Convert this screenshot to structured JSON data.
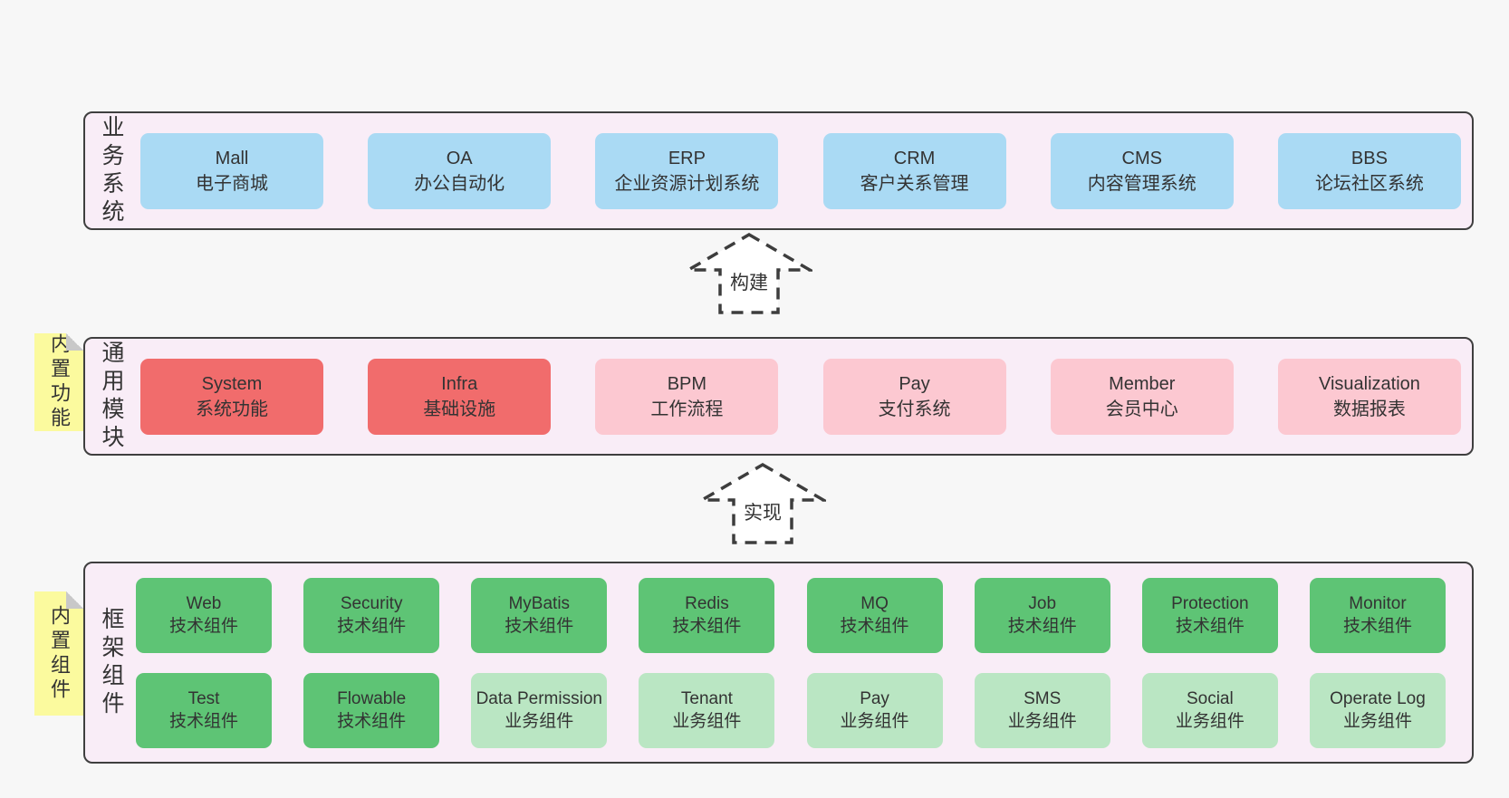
{
  "colors": {
    "page_bg": "#f7f7f7",
    "panel_bg": "#f9edf7",
    "panel_border": "#3f3f3f",
    "blue": "#aadaf4",
    "red": "#f16c6c",
    "pink": "#fcc8d1",
    "green_dark": "#5ec475",
    "green_light": "#bae6c3",
    "note_yellow": "#fbfa9e",
    "note_fold": "#c8c8c8",
    "text": "#333333",
    "arrow_stroke": "#3d3d3d"
  },
  "sections": {
    "business": {
      "title": "业务系统",
      "boxes": [
        {
          "name": "Mall",
          "desc": "电子商城",
          "variant": "blue"
        },
        {
          "name": "OA",
          "desc": "办公自动化",
          "variant": "blue"
        },
        {
          "name": "ERP",
          "desc": "企业资源计划系统",
          "variant": "blue"
        },
        {
          "name": "CRM",
          "desc": "客户关系管理",
          "variant": "blue"
        },
        {
          "name": "CMS",
          "desc": "内容管理系统",
          "variant": "blue"
        },
        {
          "name": "BBS",
          "desc": "论坛社区系统",
          "variant": "blue"
        }
      ]
    },
    "modules": {
      "title": "通用模块",
      "note": "内置功能",
      "boxes": [
        {
          "name": "System",
          "desc": "系统功能",
          "variant": "red"
        },
        {
          "name": "Infra",
          "desc": "基础设施",
          "variant": "red"
        },
        {
          "name": "BPM",
          "desc": "工作流程",
          "variant": "pink"
        },
        {
          "name": "Pay",
          "desc": "支付系统",
          "variant": "pink"
        },
        {
          "name": "Member",
          "desc": "会员中心",
          "variant": "pink"
        },
        {
          "name": "Visualization",
          "desc": "数据报表",
          "variant": "pink"
        }
      ]
    },
    "framework": {
      "title": "框架组件",
      "note": "内置组件",
      "rows": [
        [
          {
            "name": "Web",
            "desc": "技术组件",
            "variant": "green-dark"
          },
          {
            "name": "Security",
            "desc": "技术组件",
            "variant": "green-dark"
          },
          {
            "name": "MyBatis",
            "desc": "技术组件",
            "variant": "green-dark"
          },
          {
            "name": "Redis",
            "desc": "技术组件",
            "variant": "green-dark"
          },
          {
            "name": "MQ",
            "desc": "技术组件",
            "variant": "green-dark"
          },
          {
            "name": "Job",
            "desc": "技术组件",
            "variant": "green-dark"
          },
          {
            "name": "Protection",
            "desc": "技术组件",
            "variant": "green-dark"
          },
          {
            "name": "Monitor",
            "desc": "技术组件",
            "variant": "green-dark"
          }
        ],
        [
          {
            "name": "Test",
            "desc": "技术组件",
            "variant": "green-dark"
          },
          {
            "name": "Flowable",
            "desc": "技术组件",
            "variant": "green-dark"
          },
          {
            "name": "Data Permission",
            "desc": "业务组件",
            "variant": "green-light"
          },
          {
            "name": "Tenant",
            "desc": "业务组件",
            "variant": "green-light"
          },
          {
            "name": "Pay",
            "desc": "业务组件",
            "variant": "green-light"
          },
          {
            "name": "SMS",
            "desc": "业务组件",
            "variant": "green-light"
          },
          {
            "name": "Social",
            "desc": "业务组件",
            "variant": "green-light"
          },
          {
            "name": "Operate Log",
            "desc": "业务组件",
            "variant": "green-light"
          }
        ]
      ]
    }
  },
  "arrows": [
    {
      "label": "构建"
    },
    {
      "label": "实现"
    }
  ]
}
